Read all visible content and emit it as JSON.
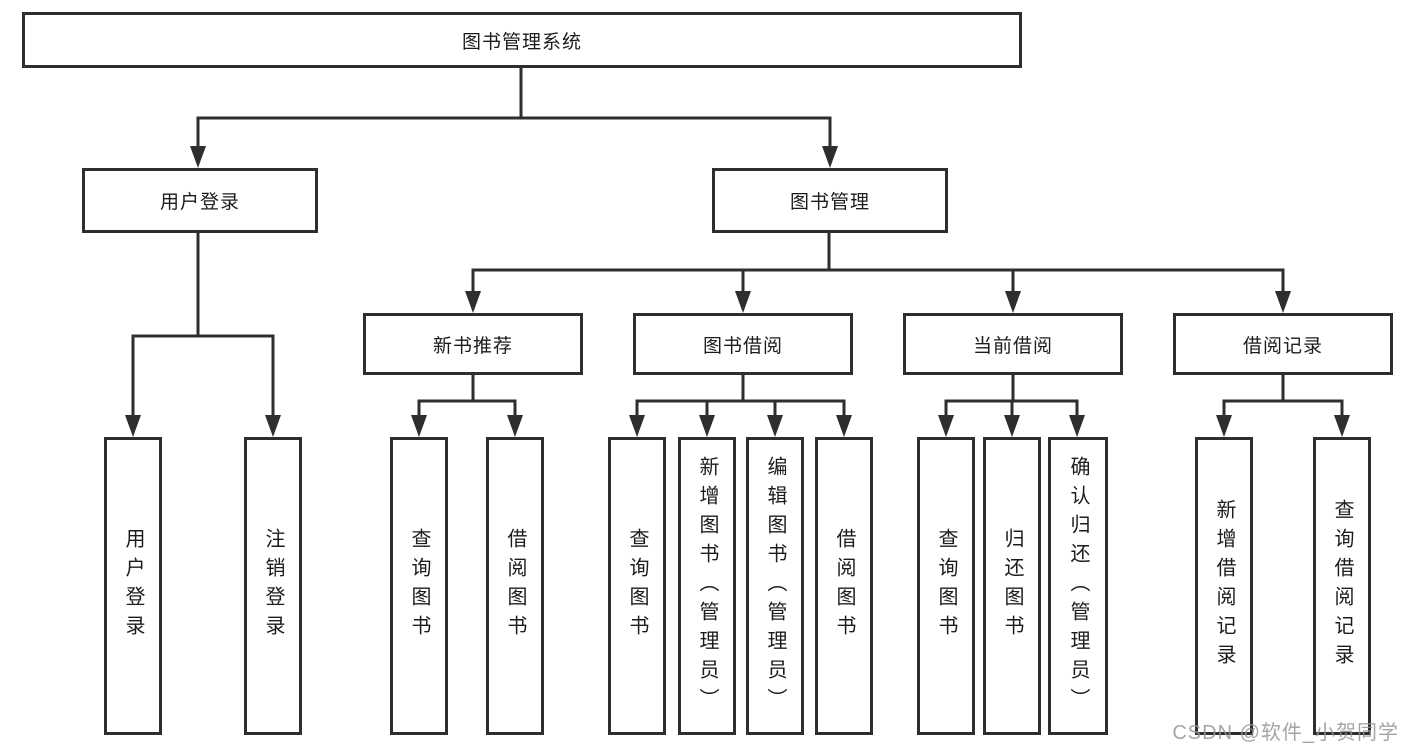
{
  "tree": {
    "root": {
      "label": "图书管理系统"
    },
    "branches": [
      {
        "label": "用户登录",
        "children": [
          {
            "label": "用户登录"
          },
          {
            "label": "注销登录"
          }
        ]
      },
      {
        "label": "图书管理",
        "children": [
          {
            "label": "新书推荐",
            "children": [
              {
                "label": "查询图书"
              },
              {
                "label": "借阅图书"
              }
            ]
          },
          {
            "label": "图书借阅",
            "children": [
              {
                "label": "查询图书"
              },
              {
                "label": "新增图书（管理员）"
              },
              {
                "label": "编辑图书（管理员）"
              },
              {
                "label": "借阅图书"
              }
            ]
          },
          {
            "label": "当前借阅",
            "children": [
              {
                "label": "查询图书"
              },
              {
                "label": "归还图书"
              },
              {
                "label": "确认归还（管理员）"
              }
            ]
          },
          {
            "label": "借阅记录",
            "children": [
              {
                "label": "新增借阅记录"
              },
              {
                "label": "查询借阅记录"
              }
            ]
          }
        ]
      }
    ]
  },
  "watermark": "CSDN @软件_小贺同学",
  "colors": {
    "line": "#2e2e2e",
    "text": "#1c1c1c",
    "watermark": "#969696"
  }
}
